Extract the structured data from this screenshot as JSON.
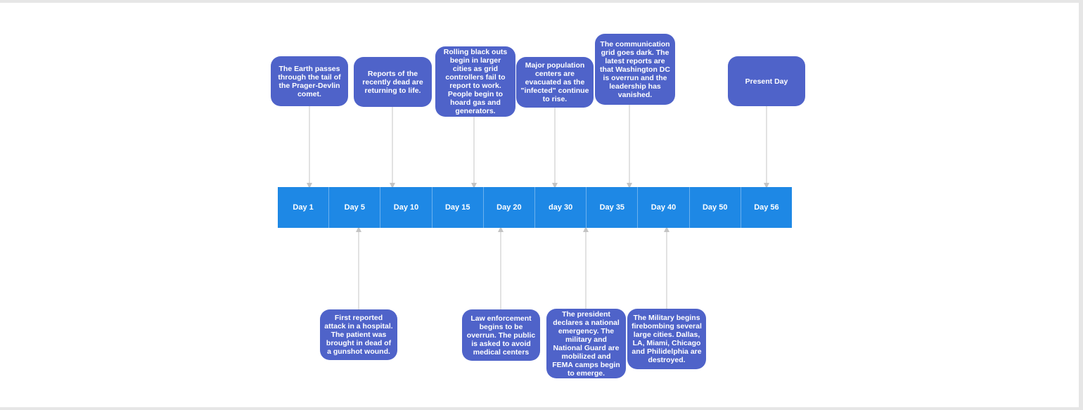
{
  "timeline": {
    "days": [
      "Day 1",
      "Day 5",
      "Day 10",
      "Day 15",
      "Day 20",
      "day 30",
      "Day 35",
      "Day 40",
      "Day 50",
      "Day 56"
    ]
  },
  "events_above": [
    "The Earth passes through the tail of the Prager-Devlin comet.",
    "Reports of the recently dead are returning to life.",
    "Rolling black outs begin in larger cities as grid controllers fail to report to work. People begin to hoard gas and generators.",
    "Major population centers are evacuated as the \"infected\" continue to rise.",
    "The communication grid goes dark. The latest reports are that Washington DC is overrun and the leadership has vanished.",
    "Present Day"
  ],
  "events_below": [
    "First reported attack in a hospital. The patient was brought in dead of a gunshot wound.",
    "Law enforcement begins to be overrun. The public is asked to avoid medical centers",
    "The president declares a national emergency. The military and National Guard are mobilized and FEMA camps begin to emerge.",
    "The Military begins firebombing several large cities. Dallas, LA, Miami, Chicago and Philidelphia are destroyed."
  ],
  "colors": {
    "timeline_bar": "#1e88e5",
    "event_box": "#4f63c9",
    "connector": "#c4c4c4"
  }
}
